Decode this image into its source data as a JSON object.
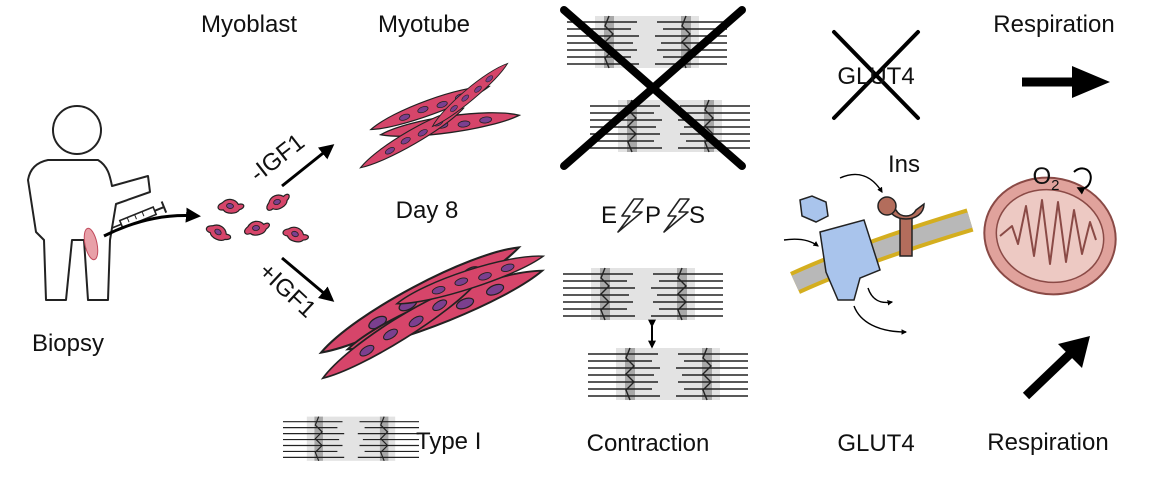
{
  "labels": {
    "myoblast": "Myoblast",
    "myotube": "Myotube",
    "biopsy": "Biopsy",
    "minus_igf1": "-IGF1",
    "plus_igf1": "+IGF1",
    "day8": "Day 8",
    "type1": "Type I",
    "eps_e": "E",
    "eps_p": "P",
    "eps_s": "S",
    "contraction": "Contraction",
    "glut4_crossed": "GLUT4",
    "ins": "Ins",
    "glut4_bottom": "GLUT4",
    "o2_main": "O",
    "o2_sub": "2",
    "respiration_top": "Respiration",
    "respiration_bottom": "Respiration"
  },
  "colors": {
    "cell_pink": "#d6456a",
    "nucleus": "#7b3f8f",
    "mito_fill": "#e0a29c",
    "mito_inner": "#edc9c3",
    "mito_stroke": "#8a4a46",
    "membrane_yellow": "#d4ae1f",
    "membrane_grey": "#b8b8b8",
    "transporter_blue": "#a9c4ec",
    "receptor_brown": "#b36d5c"
  },
  "icons": [
    "person-icon",
    "syringe-icon",
    "myoblast-cells-icon",
    "myotube-cells-icon",
    "sarcomere-icon",
    "lightning-icon",
    "glucose-transporter-icon",
    "insulin-receptor-icon",
    "mitochondrion-icon",
    "arrow-icon",
    "cross-icon"
  ]
}
